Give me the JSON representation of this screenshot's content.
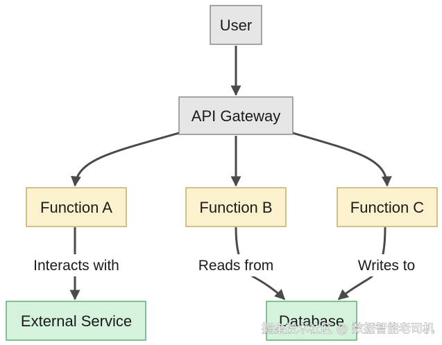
{
  "colors": {
    "gray_fill": "#e6e6e6",
    "gray_stroke": "#8a8a8a",
    "yellow_fill": "#fbf1cc",
    "yellow_stroke": "#c3ad6a",
    "green_fill": "#d5f2dc",
    "green_stroke": "#5fae6f",
    "edge": "#4a4a4a"
  },
  "nodes": {
    "user": "User",
    "api_gateway": "API Gateway",
    "function_a": "Function A",
    "function_b": "Function B",
    "function_c": "Function C",
    "external_service": "External Service",
    "database": "Database"
  },
  "edge_labels": {
    "a_to_external": "Interacts with",
    "b_to_database": "Reads from",
    "c_to_database": "Writes to"
  },
  "watermark": "掘金技术社区 @ 数据智能老司机"
}
